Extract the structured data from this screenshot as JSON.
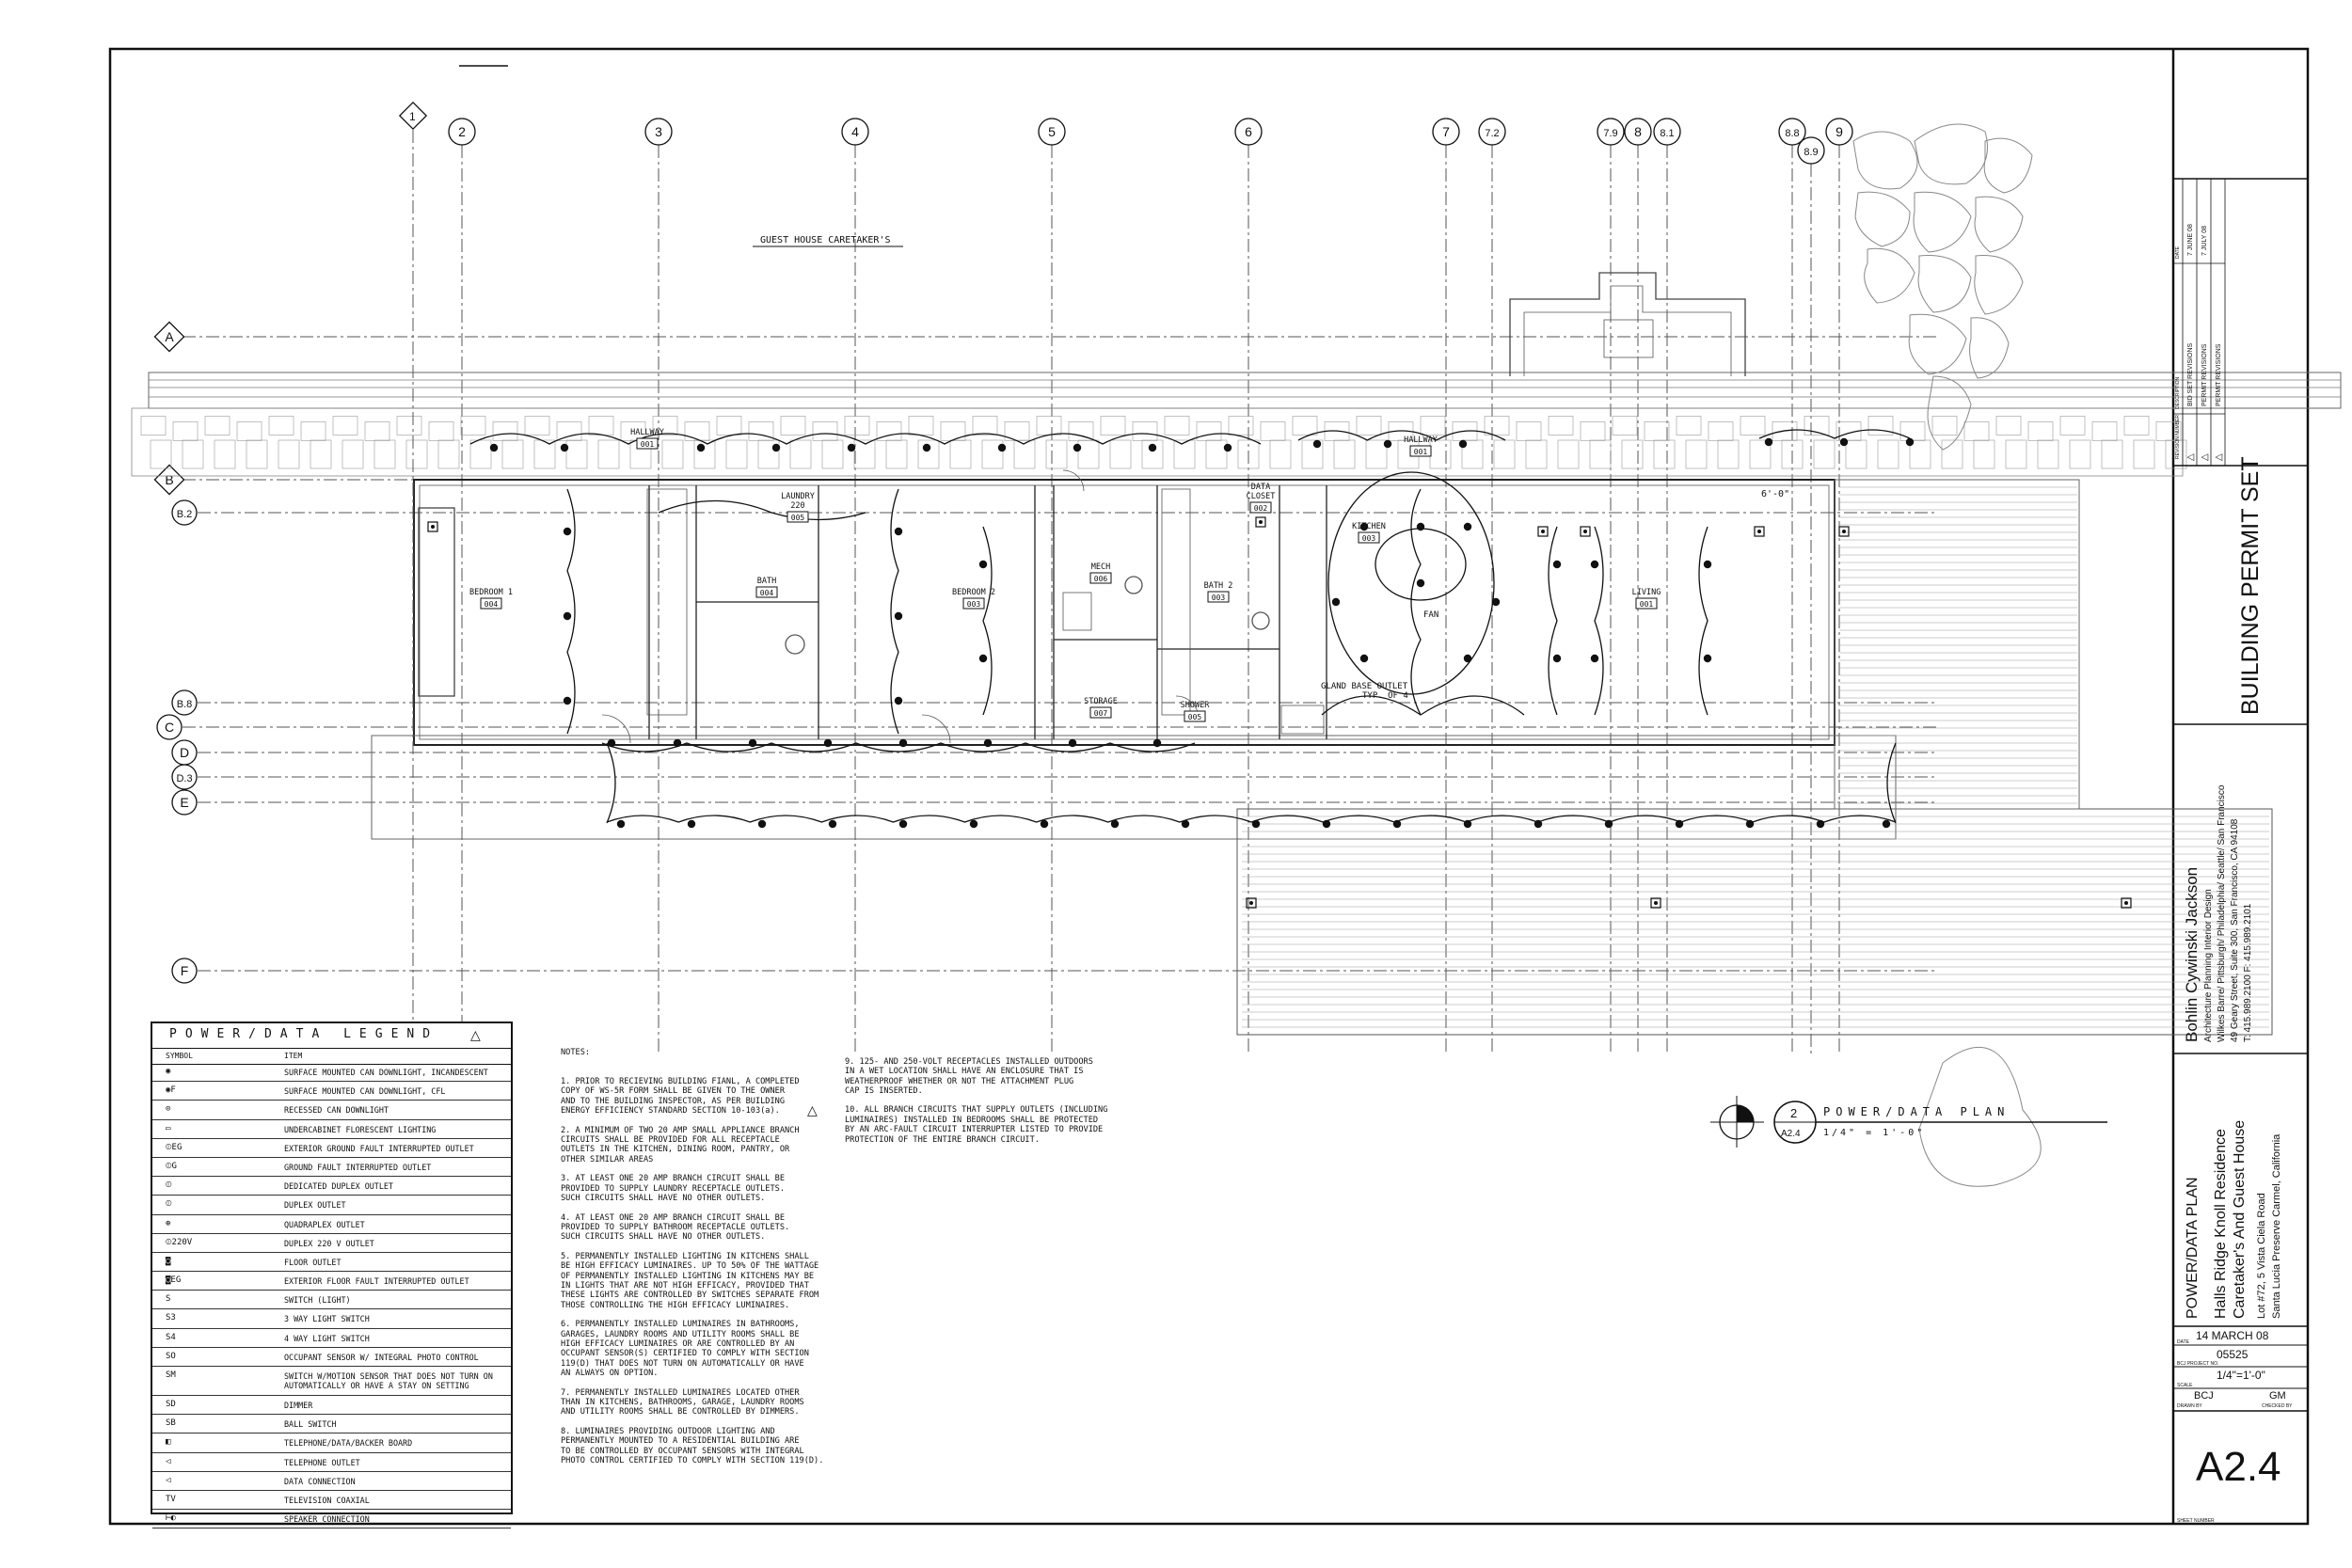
{
  "drawing": {
    "grid_top": [
      "1",
      "2",
      "3",
      "4",
      "5",
      "6",
      "7",
      "7.2",
      "7.9",
      "8",
      "8.1",
      "8.8",
      "8.9",
      "9"
    ],
    "grid_left": [
      "A",
      "B",
      "B.2",
      "B.8",
      "C",
      "D",
      "D.3",
      "E",
      "F"
    ],
    "rooms": [
      {
        "name": "HALLWAY",
        "num": "001"
      },
      {
        "name": "LAUNDRY\n220",
        "num": "005"
      },
      {
        "name": "BEDROOM 1",
        "num": "004"
      },
      {
        "name": "BATH",
        "num": "004"
      },
      {
        "name": "BEDROOM 2",
        "num": "003"
      },
      {
        "name": "MECH",
        "num": "006"
      },
      {
        "name": "BATH 2",
        "num": "003"
      },
      {
        "name": "DATA\nCLOSET",
        "num": "002"
      },
      {
        "name": "KITCHEN",
        "num": "003"
      },
      {
        "name": "HALLWAY",
        "num": "001"
      },
      {
        "name": "LIVING",
        "num": "001"
      },
      {
        "name": "STORAGE",
        "num": "007"
      },
      {
        "name": "SHOWER",
        "num": "005"
      }
    ],
    "labels": {
      "guest_caretaker": "GUEST HOUSE   CARETAKER'S",
      "gland": "GLAND BASE OUTLET\nTYP. OF 4",
      "fan": "FAN",
      "height": "6'-0\"",
      "revision_mark": "1"
    },
    "plan_title": {
      "num": "2",
      "sheet": "A2.4",
      "title": "POWER/DATA PLAN",
      "scale": "1/4\" = 1'-0\""
    }
  },
  "legend": {
    "title": "POWER/DATA LEGEND",
    "revision": "1",
    "col_symbol": "SYMBOL",
    "col_item": "ITEM",
    "rows": [
      {
        "sym": "◉",
        "item": "SURFACE MOUNTED CAN DOWNLIGHT, INCANDESCENT"
      },
      {
        "sym": "◉F",
        "item": "SURFACE MOUNTED CAN DOWNLIGHT, CFL"
      },
      {
        "sym": "⊙",
        "item": "RECESSED CAN DOWNLIGHT"
      },
      {
        "sym": "▭",
        "item": "UNDERCABINET FLORESCENT LIGHTING"
      },
      {
        "sym": "⦶EG",
        "item": "EXTERIOR GROUND FAULT INTERRUPTED OUTLET"
      },
      {
        "sym": "⦶G",
        "item": "GROUND FAULT INTERRUPTED OUTLET"
      },
      {
        "sym": "⦶",
        "item": "DEDICATED DUPLEX OUTLET"
      },
      {
        "sym": "⦶",
        "item": "DUPLEX OUTLET"
      },
      {
        "sym": "⊕",
        "item": "QUADRAPLEX OUTLET"
      },
      {
        "sym": "⦶220V",
        "item": "DUPLEX 220 V OUTLET"
      },
      {
        "sym": "◙",
        "item": "FLOOR OUTLET"
      },
      {
        "sym": "◙EG",
        "item": "EXTERIOR FLOOR FAULT INTERRUPTED OUTLET"
      },
      {
        "sym": "S",
        "item": "SWITCH (LIGHT)"
      },
      {
        "sym": "S3",
        "item": "3 WAY LIGHT SWITCH"
      },
      {
        "sym": "S4",
        "item": "4 WAY LIGHT SWITCH"
      },
      {
        "sym": "SO",
        "item": "OCCUPANT SENSOR W/ INTEGRAL PHOTO CONTROL"
      },
      {
        "sym": "SM",
        "item": "SWITCH W/MOTION SENSOR THAT DOES NOT TURN ON AUTOMATICALLY OR HAVE A STAY ON SETTING",
        "tall": true
      },
      {
        "sym": "SD",
        "item": "DIMMER"
      },
      {
        "sym": "SB",
        "item": "BALL SWITCH"
      },
      {
        "sym": "◧",
        "item": "TELEPHONE/DATA/BACKER BOARD"
      },
      {
        "sym": "◁",
        "item": "TELEPHONE OUTLET"
      },
      {
        "sym": "◁",
        "item": "DATA CONNECTION"
      },
      {
        "sym": "TV",
        "item": "TELEVISION COAXIAL"
      },
      {
        "sym": "⊢◐",
        "item": "SPEAKER CONNECTION"
      }
    ]
  },
  "notes": {
    "heading": "NOTES:",
    "col1": [
      "1. PRIOR TO RECIEVING BUILDING FIANL, A COMPLETED\nCOPY OF WS-5R FORM SHALL BE GIVEN TO THE OWNER\nAND TO THE BUILDING INSPECTOR, AS PER BUILDING\nENERGY EFFICIENCY STANDARD SECTION 10-103(a).",
      "2. A MINIMUM OF TWO 20 AMP SMALL APPLIANCE BRANCH\nCIRCUITS SHALL BE PROVIDED FOR ALL RECEPTACLE\nOUTLETS IN THE KITCHEN, DINING ROOM, PANTRY, OR\nOTHER SIMILAR AREAS",
      "3. AT LEAST ONE 20 AMP BRANCH CIRCUIT SHALL BE\nPROVIDED TO SUPPLY LAUNDRY RECEPTACLE OUTLETS.\nSUCH CIRCUITS SHALL HAVE NO OTHER OUTLETS.",
      "4. AT LEAST ONE 20 AMP BRANCH CIRCUIT SHALL BE\nPROVIDED TO SUPPLY BATHROOM RECEPTACLE OUTLETS.\nSUCH CIRCUITS SHALL HAVE NO OTHER OUTLETS.",
      "5. PERMANENTLY INSTALLED LIGHTING IN KITCHENS SHALL\nBE HIGH EFFICACY LUMINAIRES. UP TO 50% OF THE WATTAGE\nOF PERMANENTLY INSTALLED LIGHTING IN KITCHENS MAY BE\nIN LIGHTS THAT ARE NOT HIGH EFFICACY, PROVIDED THAT\nTHESE LIGHTS ARE CONTROLLED BY SWITCHES SEPARATE FROM\nTHOSE CONTROLLING THE HIGH EFFICACY LUMINAIRES.",
      "6. PERMANENTLY INSTALLED LUMINAIRES IN BATHROOMS,\nGARAGES, LAUNDRY ROOMS AND UTILITY ROOMS SHALL BE\nHIGH EFFICACY LUMINAIRES OR ARE CONTROLLED BY AN\nOCCUPANT SENSOR(S) CERTIFIED TO COMPLY WITH SECTION\n119(D) THAT DOES NOT TURN ON AUTOMATICALLY OR HAVE\nAN ALWAYS ON OPTION.",
      "7. PERMANENTLY INSTALLED LUMINAIRES LOCATED OTHER\nTHAN IN KITCHENS, BATHROOMS, GARAGE, LAUNDRY ROOMS\nAND UTILITY ROOMS SHALL BE CONTROLLED BY DIMMERS.",
      "8. LUMINAIRES PROVIDING OUTDOOR LIGHTING AND\nPERMANENTLY MOUNTED TO A RESIDENTIAL BUILDING ARE\nTO BE CONTROLLED BY OCCUPANT SENSORS WITH INTEGRAL\nPHOTO CONTROL CERTIFIED TO COMPLY WITH SECTION 119(D)."
    ],
    "col2": [
      "9. 125- AND 250-VOLT RECEPTACLES INSTALLED OUTDOORS\nIN A WET LOCATION SHALL HAVE AN ENCLOSURE THAT IS\nWEATHERPROOF WHETHER OR NOT THE ATTACHMENT PLUG\nCAP IS INSERTED.",
      "10. ALL BRANCH CIRCUITS THAT SUPPLY OUTLETS (INCLUDING\nLUMINAIRES) INSTALLED IN BEDROOMS SHALL BE PROTECTED\nBY AN ARC-FAULT CIRCUIT INTERRUPTER LISTED TO PROVIDE\nPROTECTION OF THE ENTIRE BRANCH CIRCUIT."
    ]
  },
  "title_block": {
    "revisions_header": [
      "REVISION NUMBER",
      "DESCRIPTION",
      "DATE"
    ],
    "revisions": [
      {
        "num": "1",
        "desc": "BID SET REVISIONS",
        "date": "7 JUNE 08"
      },
      {
        "num": "2",
        "desc": "PERMIT REVISIONS",
        "date": "7 JULY 08"
      },
      {
        "num": "3",
        "desc": "PERMIT REVISIONS",
        "date": ""
      }
    ],
    "set_name": "BUILDING PERMIT SET",
    "firm": {
      "name": "Bohlin Cywinski Jackson",
      "line1": "Architecture Planning Interior Design",
      "line2": "Wilkes Barre/ Pittsburgh/ Philadelphia/ Seattle/ San Francisco",
      "line3": "49 Geary Street, Suite 300, San Francisco, CA 94108",
      "line4": "T: 415.989.2100  F: 415.989.2101"
    },
    "project": {
      "sheet_title": "POWER/DATA PLAN",
      "name1": "Halls Ridge Knoll Residence",
      "name2": "Caretaker's And Guest House",
      "addr1": "Lot #72, 5 Vista Ciela Road",
      "addr2": "Santa Lucia Preserve Carmel, California"
    },
    "date": "14 MARCH 08",
    "date_label": "DATE",
    "project_no": "05525",
    "project_no_label": "BCJ PROJECT NO.",
    "scale": "1/4\"=1'-0\"",
    "scale_label": "SCALE",
    "drawn": "BCJ",
    "drawn_label": "DRAWN BY",
    "checked": "GM",
    "checked_label": "CHECKED BY",
    "sheet_number": "A2.4",
    "sheet_number_label": "SHEET NUMBER"
  },
  "colors": {
    "line": "#111111",
    "faint": "#7a7a7a",
    "paper": "#ffffff"
  }
}
